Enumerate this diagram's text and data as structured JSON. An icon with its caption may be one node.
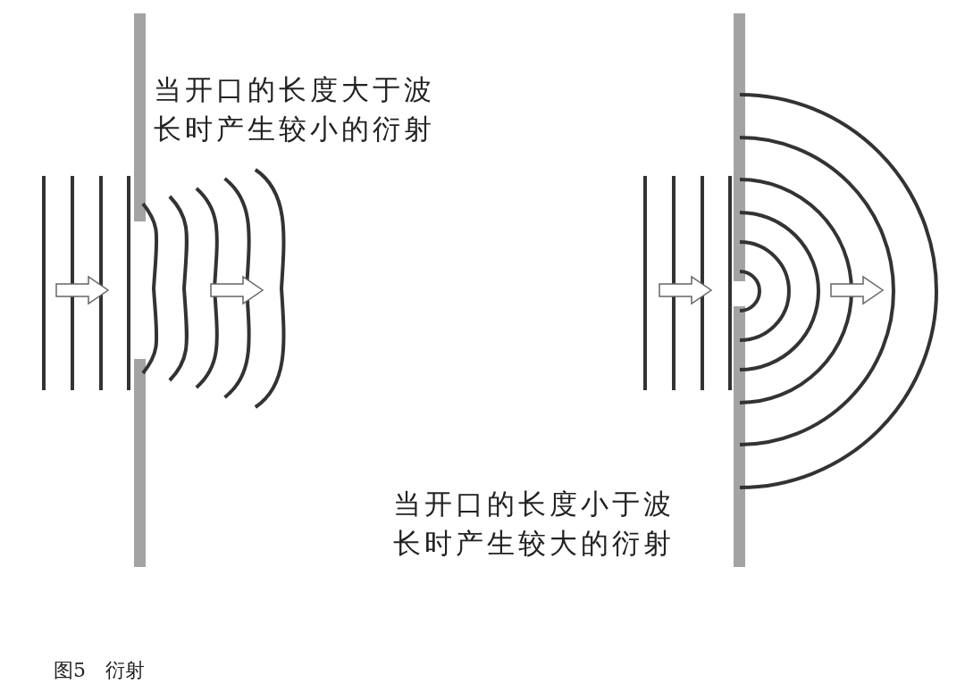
{
  "diagram": {
    "caption": "图5　衍射",
    "labels": [
      "当开口的长度大于波长时产生较小的衍射",
      "当开口的长度小于波长时产生较大的衍射"
    ]
  }
}
